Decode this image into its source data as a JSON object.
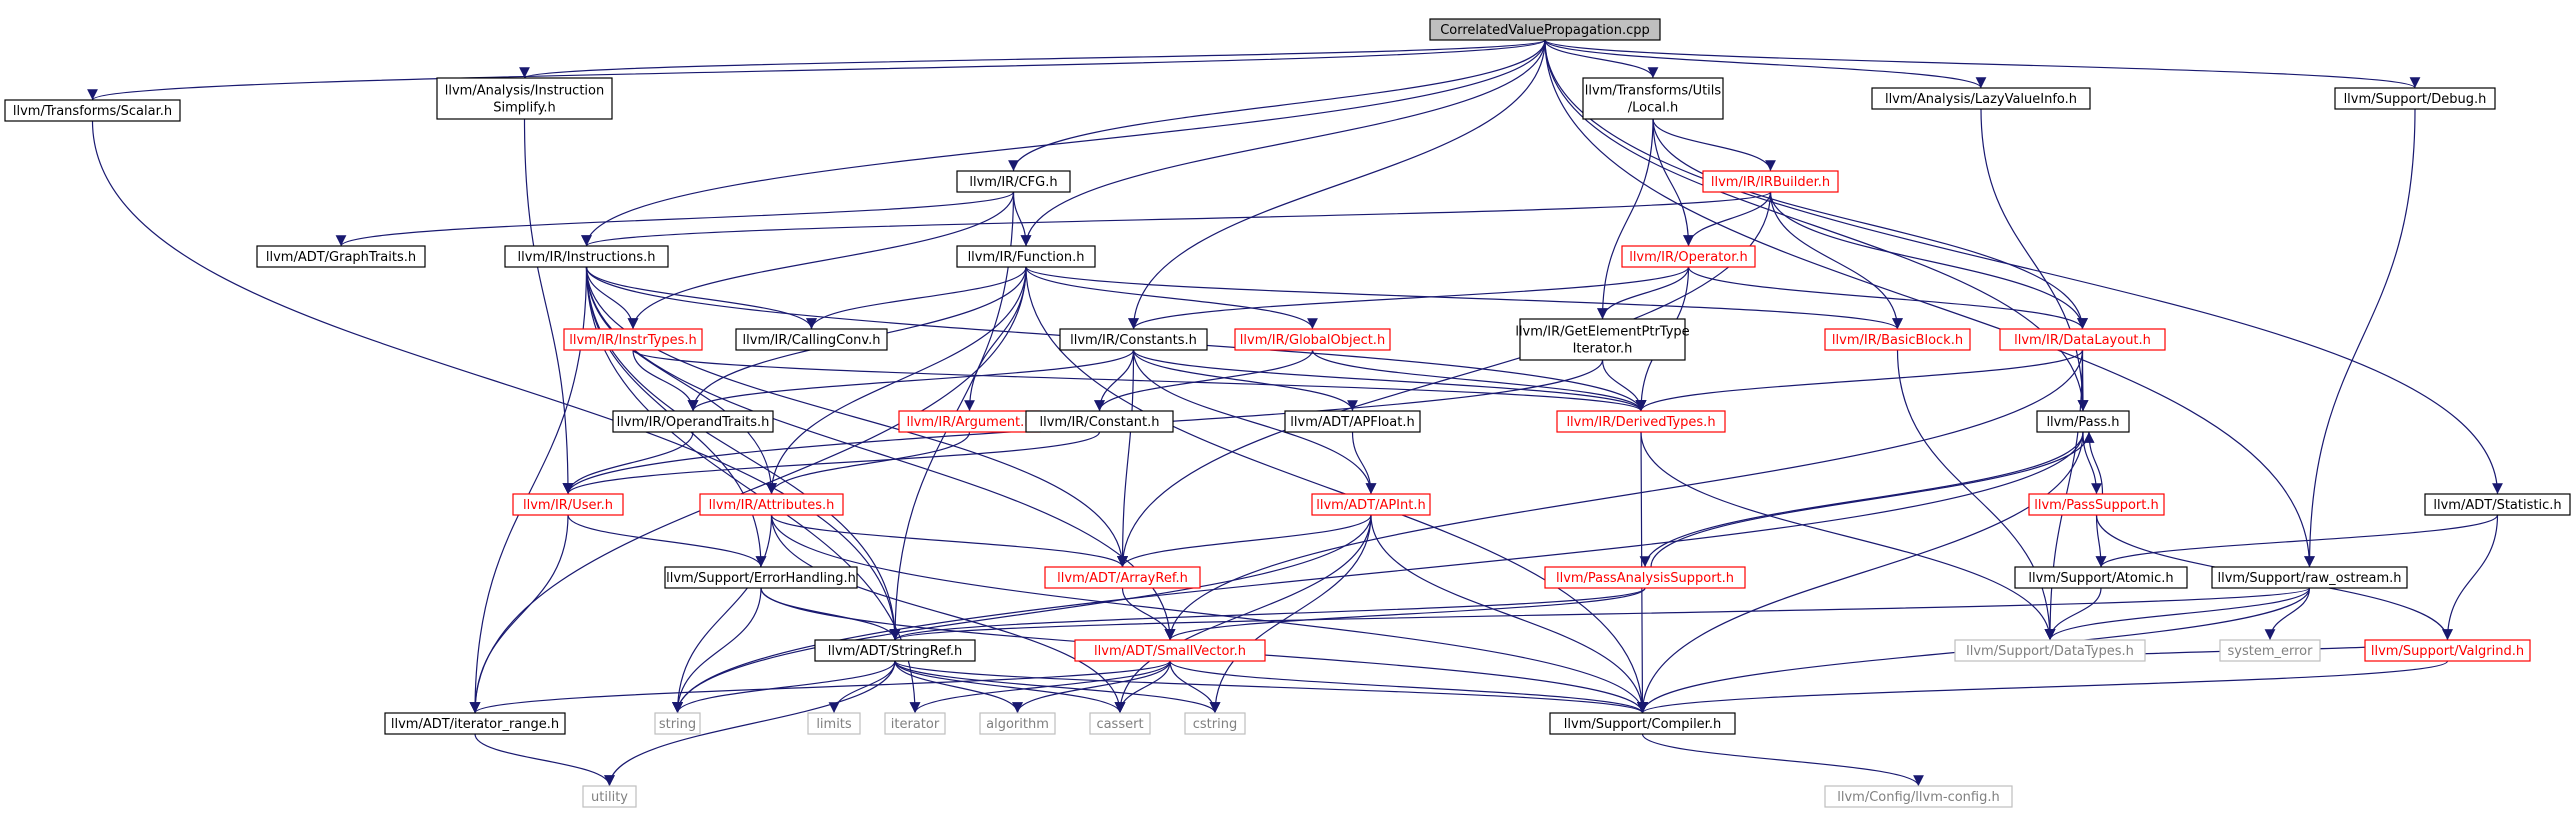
{
  "title": "CorrelatedValuePropagation.cpp",
  "colors": {
    "edge": "#191970",
    "root_fill": "#bfbfbf",
    "normal": "#000000",
    "linked": "#ff0000",
    "system": "#bfbfbf"
  },
  "nodes": {
    "root": {
      "lines": [
        "CorrelatedValuePropagation.cpp"
      ],
      "kind": "root"
    },
    "scalar": {
      "lines": [
        "llvm/Transforms/Scalar.h"
      ],
      "kind": "normal"
    },
    "instsimp": {
      "lines": [
        "llvm/Analysis/Instruction",
        "Simplify.h"
      ],
      "kind": "normal"
    },
    "cfg": {
      "lines": [
        "llvm/IR/CFG.h"
      ],
      "kind": "normal"
    },
    "local": {
      "lines": [
        "llvm/Transforms/Utils",
        "/Local.h"
      ],
      "kind": "normal"
    },
    "lvi": {
      "lines": [
        "llvm/Analysis/LazyValueInfo.h"
      ],
      "kind": "normal"
    },
    "debug": {
      "lines": [
        "llvm/Support/Debug.h"
      ],
      "kind": "normal"
    },
    "irbuilder": {
      "lines": [
        "llvm/IR/IRBuilder.h"
      ],
      "kind": "linked"
    },
    "graphtraits": {
      "lines": [
        "llvm/ADT/GraphTraits.h"
      ],
      "kind": "normal"
    },
    "instructions": {
      "lines": [
        "llvm/IR/Instructions.h"
      ],
      "kind": "normal"
    },
    "function": {
      "lines": [
        "llvm/IR/Function.h"
      ],
      "kind": "normal"
    },
    "operator": {
      "lines": [
        "llvm/IR/Operator.h"
      ],
      "kind": "linked"
    },
    "instrtypes": {
      "lines": [
        "llvm/IR/InstrTypes.h"
      ],
      "kind": "linked"
    },
    "callingconv": {
      "lines": [
        "llvm/IR/CallingConv.h"
      ],
      "kind": "normal"
    },
    "constants": {
      "lines": [
        "llvm/IR/Constants.h"
      ],
      "kind": "normal"
    },
    "globalobject": {
      "lines": [
        "llvm/IR/GlobalObject.h"
      ],
      "kind": "linked"
    },
    "gep": {
      "lines": [
        "llvm/IR/GetElementPtrType",
        "Iterator.h"
      ],
      "kind": "normal"
    },
    "basicblock": {
      "lines": [
        "llvm/IR/BasicBlock.h"
      ],
      "kind": "linked"
    },
    "datalayout": {
      "lines": [
        "llvm/IR/DataLayout.h"
      ],
      "kind": "linked"
    },
    "operandtraits": {
      "lines": [
        "llvm/IR/OperandTraits.h"
      ],
      "kind": "normal"
    },
    "argument": {
      "lines": [
        "llvm/IR/Argument.h"
      ],
      "kind": "linked"
    },
    "constant": {
      "lines": [
        "llvm/IR/Constant.h"
      ],
      "kind": "normal"
    },
    "apfloat": {
      "lines": [
        "llvm/ADT/APFloat.h"
      ],
      "kind": "normal"
    },
    "derivedtypes": {
      "lines": [
        "llvm/IR/DerivedTypes.h"
      ],
      "kind": "linked"
    },
    "pass": {
      "lines": [
        "llvm/Pass.h"
      ],
      "kind": "normal"
    },
    "user": {
      "lines": [
        "llvm/IR/User.h"
      ],
      "kind": "linked"
    },
    "attributes": {
      "lines": [
        "llvm/IR/Attributes.h"
      ],
      "kind": "linked"
    },
    "apint": {
      "lines": [
        "llvm/ADT/APInt.h"
      ],
      "kind": "linked"
    },
    "passsupport": {
      "lines": [
        "llvm/PassSupport.h"
      ],
      "kind": "linked"
    },
    "statistic": {
      "lines": [
        "llvm/ADT/Statistic.h"
      ],
      "kind": "normal"
    },
    "errorhandling": {
      "lines": [
        "llvm/Support/ErrorHandling.h"
      ],
      "kind": "normal"
    },
    "arrayref": {
      "lines": [
        "llvm/ADT/ArrayRef.h"
      ],
      "kind": "linked"
    },
    "passanalysis": {
      "lines": [
        "llvm/PassAnalysisSupport.h"
      ],
      "kind": "linked"
    },
    "atomic": {
      "lines": [
        "llvm/Support/Atomic.h"
      ],
      "kind": "normal"
    },
    "rawostream": {
      "lines": [
        "llvm/Support/raw_ostream.h"
      ],
      "kind": "normal"
    },
    "stringref": {
      "lines": [
        "llvm/ADT/StringRef.h"
      ],
      "kind": "normal"
    },
    "smallvector": {
      "lines": [
        "llvm/ADT/SmallVector.h"
      ],
      "kind": "linked"
    },
    "datatypes": {
      "lines": [
        "llvm/Support/DataTypes.h"
      ],
      "kind": "system"
    },
    "systemerror": {
      "lines": [
        "system_error"
      ],
      "kind": "system"
    },
    "valgrind": {
      "lines": [
        "llvm/Support/Valgrind.h"
      ],
      "kind": "linked"
    },
    "iterrange": {
      "lines": [
        "llvm/ADT/iterator_range.h"
      ],
      "kind": "normal"
    },
    "string": {
      "lines": [
        "string"
      ],
      "kind": "system"
    },
    "limits": {
      "lines": [
        "limits"
      ],
      "kind": "system"
    },
    "iterator": {
      "lines": [
        "iterator"
      ],
      "kind": "system"
    },
    "algorithm": {
      "lines": [
        "algorithm"
      ],
      "kind": "system"
    },
    "cassert": {
      "lines": [
        "cassert"
      ],
      "kind": "system"
    },
    "cstring": {
      "lines": [
        "cstring"
      ],
      "kind": "system"
    },
    "compiler": {
      "lines": [
        "llvm/Support/Compiler.h"
      ],
      "kind": "normal"
    },
    "utility": {
      "lines": [
        "utility"
      ],
      "kind": "system"
    },
    "llvmconfig": {
      "lines": [
        "llvm/Config/llvm-config.h"
      ],
      "kind": "system"
    }
  },
  "edges": [
    [
      "root",
      "scalar"
    ],
    [
      "root",
      "instsimp"
    ],
    [
      "root",
      "cfg"
    ],
    [
      "root",
      "local"
    ],
    [
      "root",
      "lvi"
    ],
    [
      "root",
      "debug"
    ],
    [
      "root",
      "instructions"
    ],
    [
      "root",
      "function"
    ],
    [
      "root",
      "constants"
    ],
    [
      "root",
      "pass"
    ],
    [
      "root",
      "statistic"
    ],
    [
      "root",
      "rawostream"
    ],
    [
      "scalar",
      "stringref"
    ],
    [
      "instsimp",
      "user"
    ],
    [
      "cfg",
      "graphtraits"
    ],
    [
      "cfg",
      "function"
    ],
    [
      "cfg",
      "instrtypes"
    ],
    [
      "cfg",
      "stringref"
    ],
    [
      "local",
      "irbuilder"
    ],
    [
      "local",
      "operator"
    ],
    [
      "local",
      "gep"
    ],
    [
      "local",
      "datalayout"
    ],
    [
      "lvi",
      "pass"
    ],
    [
      "debug",
      "rawostream"
    ],
    [
      "irbuilder",
      "instructions"
    ],
    [
      "irbuilder",
      "operator"
    ],
    [
      "irbuilder",
      "basicblock"
    ],
    [
      "irbuilder",
      "datalayout"
    ],
    [
      "irbuilder",
      "arrayref"
    ],
    [
      "instructions",
      "instrtypes"
    ],
    [
      "instructions",
      "callingconv"
    ],
    [
      "instructions",
      "attributes"
    ],
    [
      "instructions",
      "derivedtypes"
    ],
    [
      "instructions",
      "iterrange"
    ],
    [
      "instructions",
      "errorhandling"
    ],
    [
      "instructions",
      "smallvector"
    ],
    [
      "instructions",
      "arrayref"
    ],
    [
      "instructions",
      "iterator"
    ],
    [
      "instructions",
      "stringref"
    ],
    [
      "function",
      "callingconv"
    ],
    [
      "function",
      "globalobject"
    ],
    [
      "function",
      "argument"
    ],
    [
      "function",
      "basicblock"
    ],
    [
      "function",
      "attributes"
    ],
    [
      "function",
      "compiler"
    ],
    [
      "function",
      "iterrange"
    ],
    [
      "function",
      "operandtraits"
    ],
    [
      "operator",
      "constants"
    ],
    [
      "operator",
      "gep"
    ],
    [
      "operator",
      "derivedtypes"
    ],
    [
      "operator",
      "datalayout"
    ],
    [
      "instrtypes",
      "operandtraits"
    ],
    [
      "instrtypes",
      "derivedtypes"
    ],
    [
      "constants",
      "operandtraits"
    ],
    [
      "constants",
      "constant"
    ],
    [
      "constants",
      "apfloat"
    ],
    [
      "constants",
      "apint"
    ],
    [
      "constants",
      "derivedtypes"
    ],
    [
      "constants",
      "arrayref"
    ],
    [
      "globalobject",
      "constant"
    ],
    [
      "globalobject",
      "derivedtypes"
    ],
    [
      "gep",
      "user"
    ],
    [
      "gep",
      "derivedtypes"
    ],
    [
      "basicblock",
      "datatypes"
    ],
    [
      "datalayout",
      "pass"
    ],
    [
      "datalayout",
      "derivedtypes"
    ],
    [
      "datalayout",
      "datatypes"
    ],
    [
      "datalayout",
      "smallvector"
    ],
    [
      "operandtraits",
      "user"
    ],
    [
      "argument",
      "attributes"
    ],
    [
      "constant",
      "user"
    ],
    [
      "apfloat",
      "apint"
    ],
    [
      "derivedtypes",
      "compiler"
    ],
    [
      "derivedtypes",
      "datatypes"
    ],
    [
      "pass",
      "passsupport"
    ],
    [
      "pass",
      "passanalysis"
    ],
    [
      "pass",
      "compiler"
    ],
    [
      "pass",
      "string"
    ],
    [
      "user",
      "errorhandling"
    ],
    [
      "user",
      "iterrange"
    ],
    [
      "attributes",
      "arrayref"
    ],
    [
      "attributes",
      "string"
    ],
    [
      "attributes",
      "compiler"
    ],
    [
      "attributes",
      "cassert"
    ],
    [
      "apint",
      "arrayref"
    ],
    [
      "apint",
      "compiler"
    ],
    [
      "apint",
      "cassert"
    ],
    [
      "apint",
      "cstring"
    ],
    [
      "apint",
      "string"
    ],
    [
      "passsupport",
      "pass"
    ],
    [
      "passsupport",
      "atomic"
    ],
    [
      "passsupport",
      "valgrind"
    ],
    [
      "statistic",
      "atomic"
    ],
    [
      "statistic",
      "valgrind"
    ],
    [
      "errorhandling",
      "stringref"
    ],
    [
      "errorhandling",
      "string"
    ],
    [
      "errorhandling",
      "compiler"
    ],
    [
      "arrayref",
      "smallvector"
    ],
    [
      "passanalysis",
      "pass"
    ],
    [
      "passanalysis",
      "stringref"
    ],
    [
      "passanalysis",
      "smallvector"
    ],
    [
      "atomic",
      "datatypes"
    ],
    [
      "rawostream",
      "stringref"
    ],
    [
      "rawostream",
      "compiler"
    ],
    [
      "rawostream",
      "datatypes"
    ],
    [
      "rawostream",
      "systemerror"
    ],
    [
      "stringref",
      "string"
    ],
    [
      "stringref",
      "limits"
    ],
    [
      "stringref",
      "algorithm"
    ],
    [
      "stringref",
      "cassert"
    ],
    [
      "stringref",
      "cstring"
    ],
    [
      "stringref",
      "utility"
    ],
    [
      "stringref",
      "compiler"
    ],
    [
      "smallvector",
      "iterrange"
    ],
    [
      "smallvector",
      "algorithm"
    ],
    [
      "smallvector",
      "cassert"
    ],
    [
      "smallvector",
      "cstring"
    ],
    [
      "smallvector",
      "iterator"
    ],
    [
      "smallvector",
      "compiler"
    ],
    [
      "valgrind",
      "compiler"
    ],
    [
      "valgrind",
      "datatypes"
    ],
    [
      "iterrange",
      "utility"
    ],
    [
      "compiler",
      "llvmconfig"
    ]
  ]
}
